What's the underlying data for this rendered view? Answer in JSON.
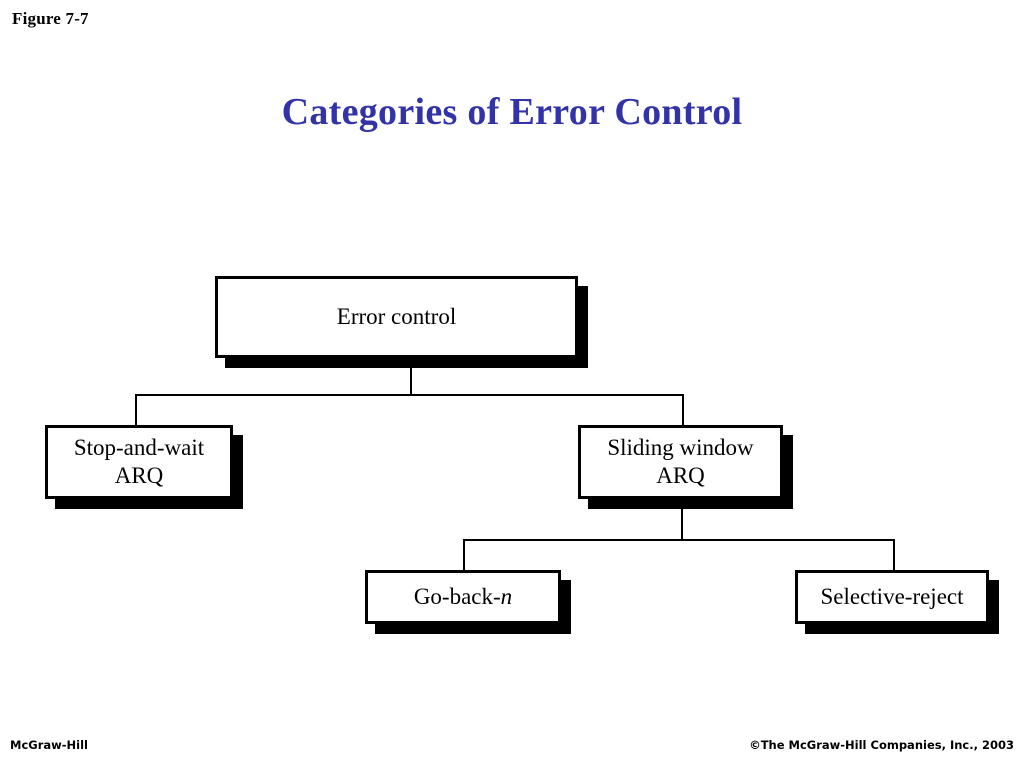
{
  "figure": {
    "label": "Figure 7-7"
  },
  "title": {
    "text": "Categories of Error Control",
    "color": "#3333a8"
  },
  "diagram": {
    "type": "tree",
    "nodes": [
      {
        "id": "root",
        "label": "Error control",
        "level": 0
      },
      {
        "id": "stop-and-wait-arq",
        "label": "Stop-and-wait\nARQ",
        "line1": "Stop-and-wait",
        "line2": "ARQ",
        "level": 1,
        "parent": "root"
      },
      {
        "id": "sliding-window-arq",
        "label": "Sliding window\nARQ",
        "line1": "Sliding window",
        "line2": "ARQ",
        "level": 1,
        "parent": "root"
      },
      {
        "id": "go-back-n",
        "label": "Go-back-n",
        "prefix": "Go-back-",
        "italic_suffix": "n",
        "level": 2,
        "parent": "sliding-window-arq"
      },
      {
        "id": "selective-reject",
        "label": "Selective-reject",
        "level": 2,
        "parent": "sliding-window-arq"
      }
    ],
    "box_fill": "#ffffff",
    "box_border": "#000000",
    "shadow_color": "#000000"
  },
  "footer": {
    "left": "McGraw-Hill",
    "right": "©The McGraw-Hill Companies, Inc., 2003"
  }
}
